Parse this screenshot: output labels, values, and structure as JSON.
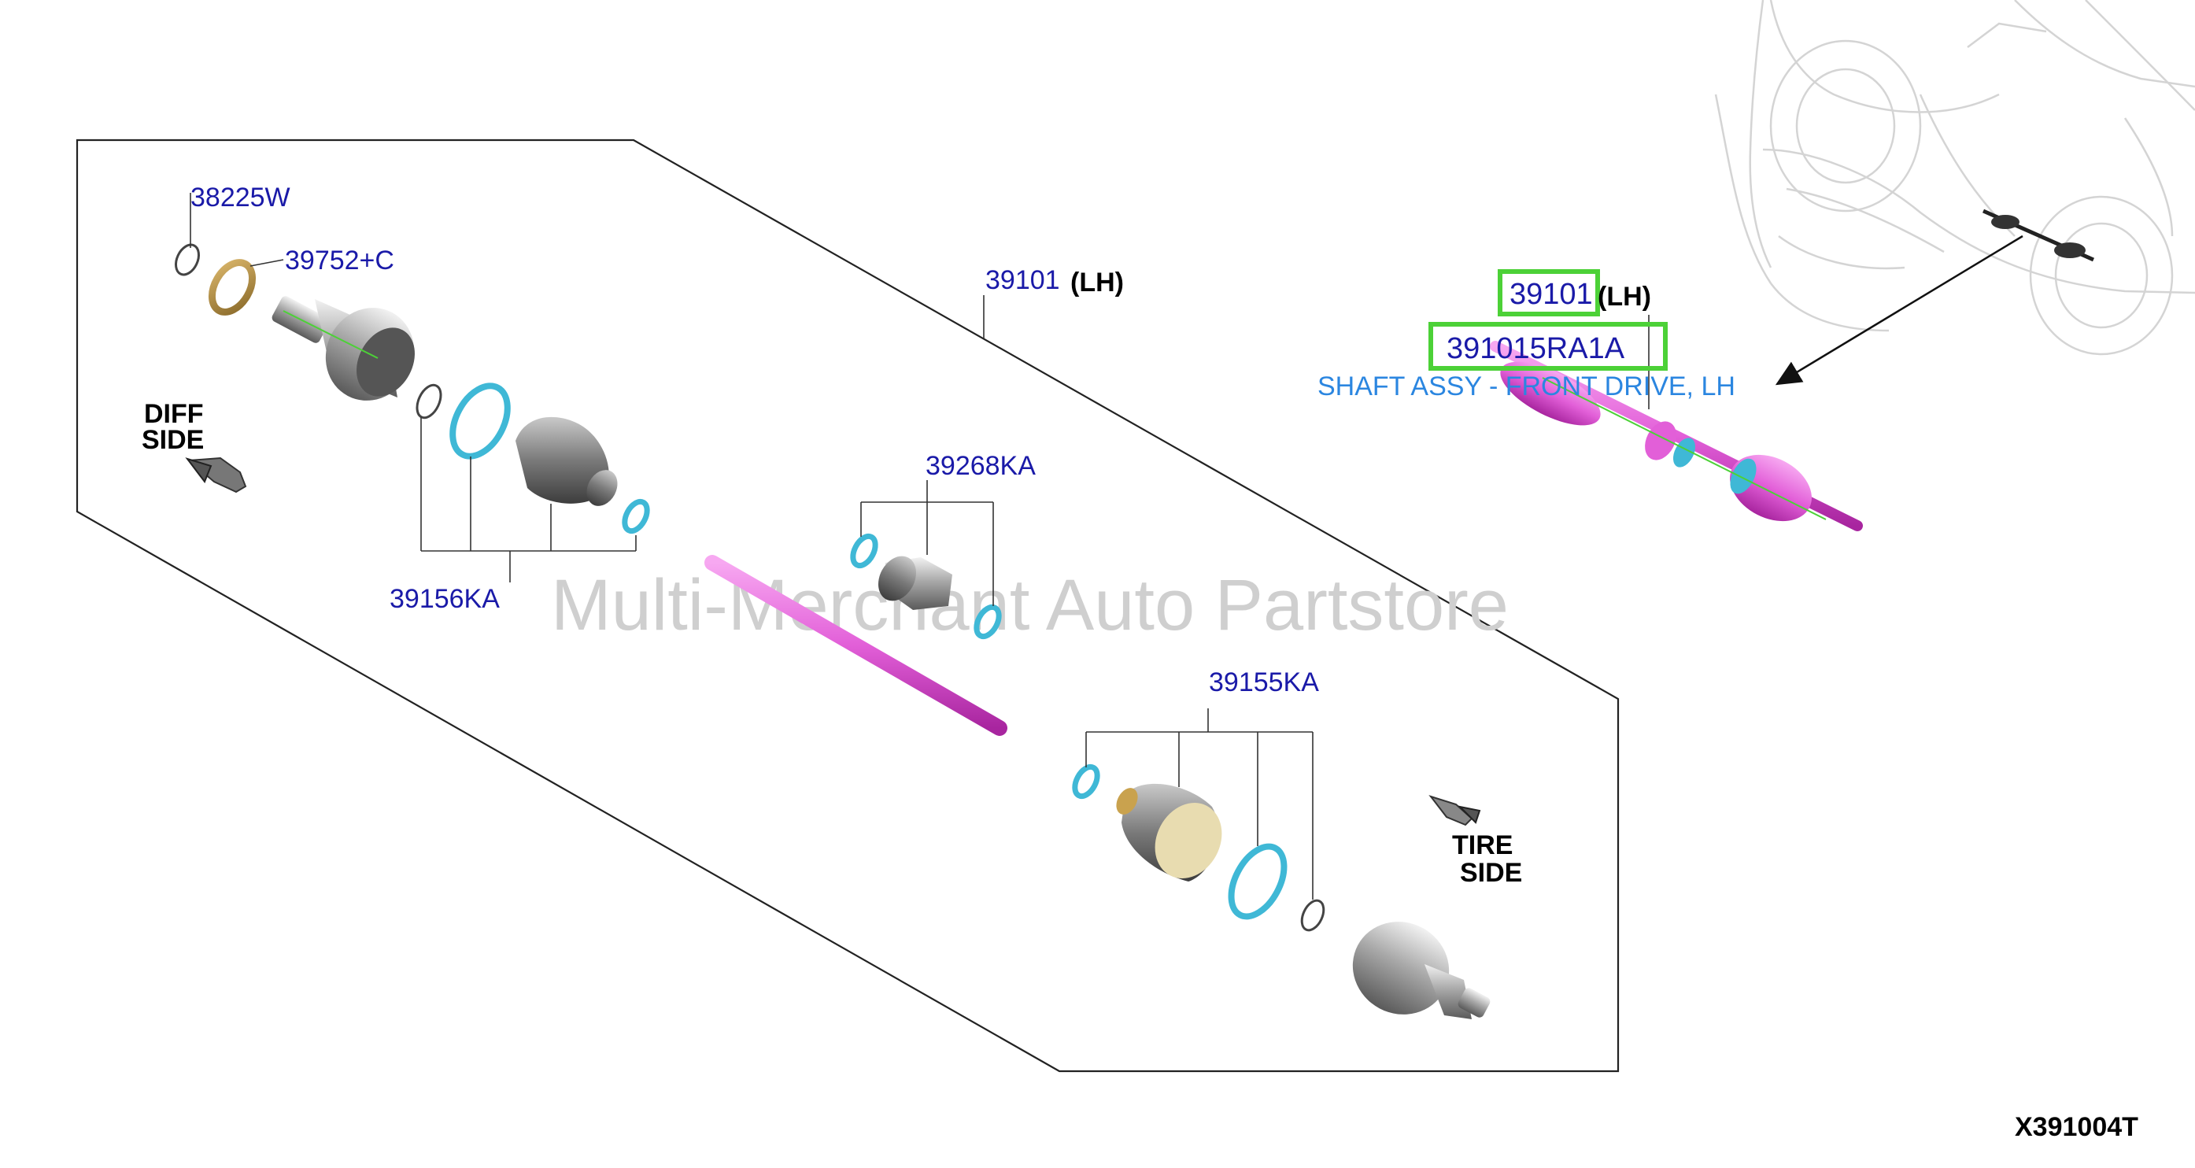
{
  "diagram_id": "X391004T",
  "watermark": "Multi-Merchant Auto Partstore",
  "colors": {
    "part_number": "#1a1aa8",
    "description": "#2b86e0",
    "highlight": "#4cd137",
    "shaft": "#e25fd8",
    "ring": "#3fb8d6"
  },
  "sides": {
    "diff_line1": "DIFF",
    "diff_line2": "SIDE",
    "tire_line1": "TIRE",
    "tire_line2": "SIDE"
  },
  "callouts": {
    "c38225": "38225W",
    "c39752": "39752+C",
    "c39101": "39101",
    "c39101_suffix": "(LH)",
    "c39268": "39268KA",
    "c39156": "39156KA",
    "c39155": "39155KA"
  },
  "assembly": {
    "ref": "39101",
    "ref_suffix": "(LH)",
    "part_number": "391015RA1A",
    "description": "SHAFT ASSY - FRONT DRIVE, LH"
  }
}
